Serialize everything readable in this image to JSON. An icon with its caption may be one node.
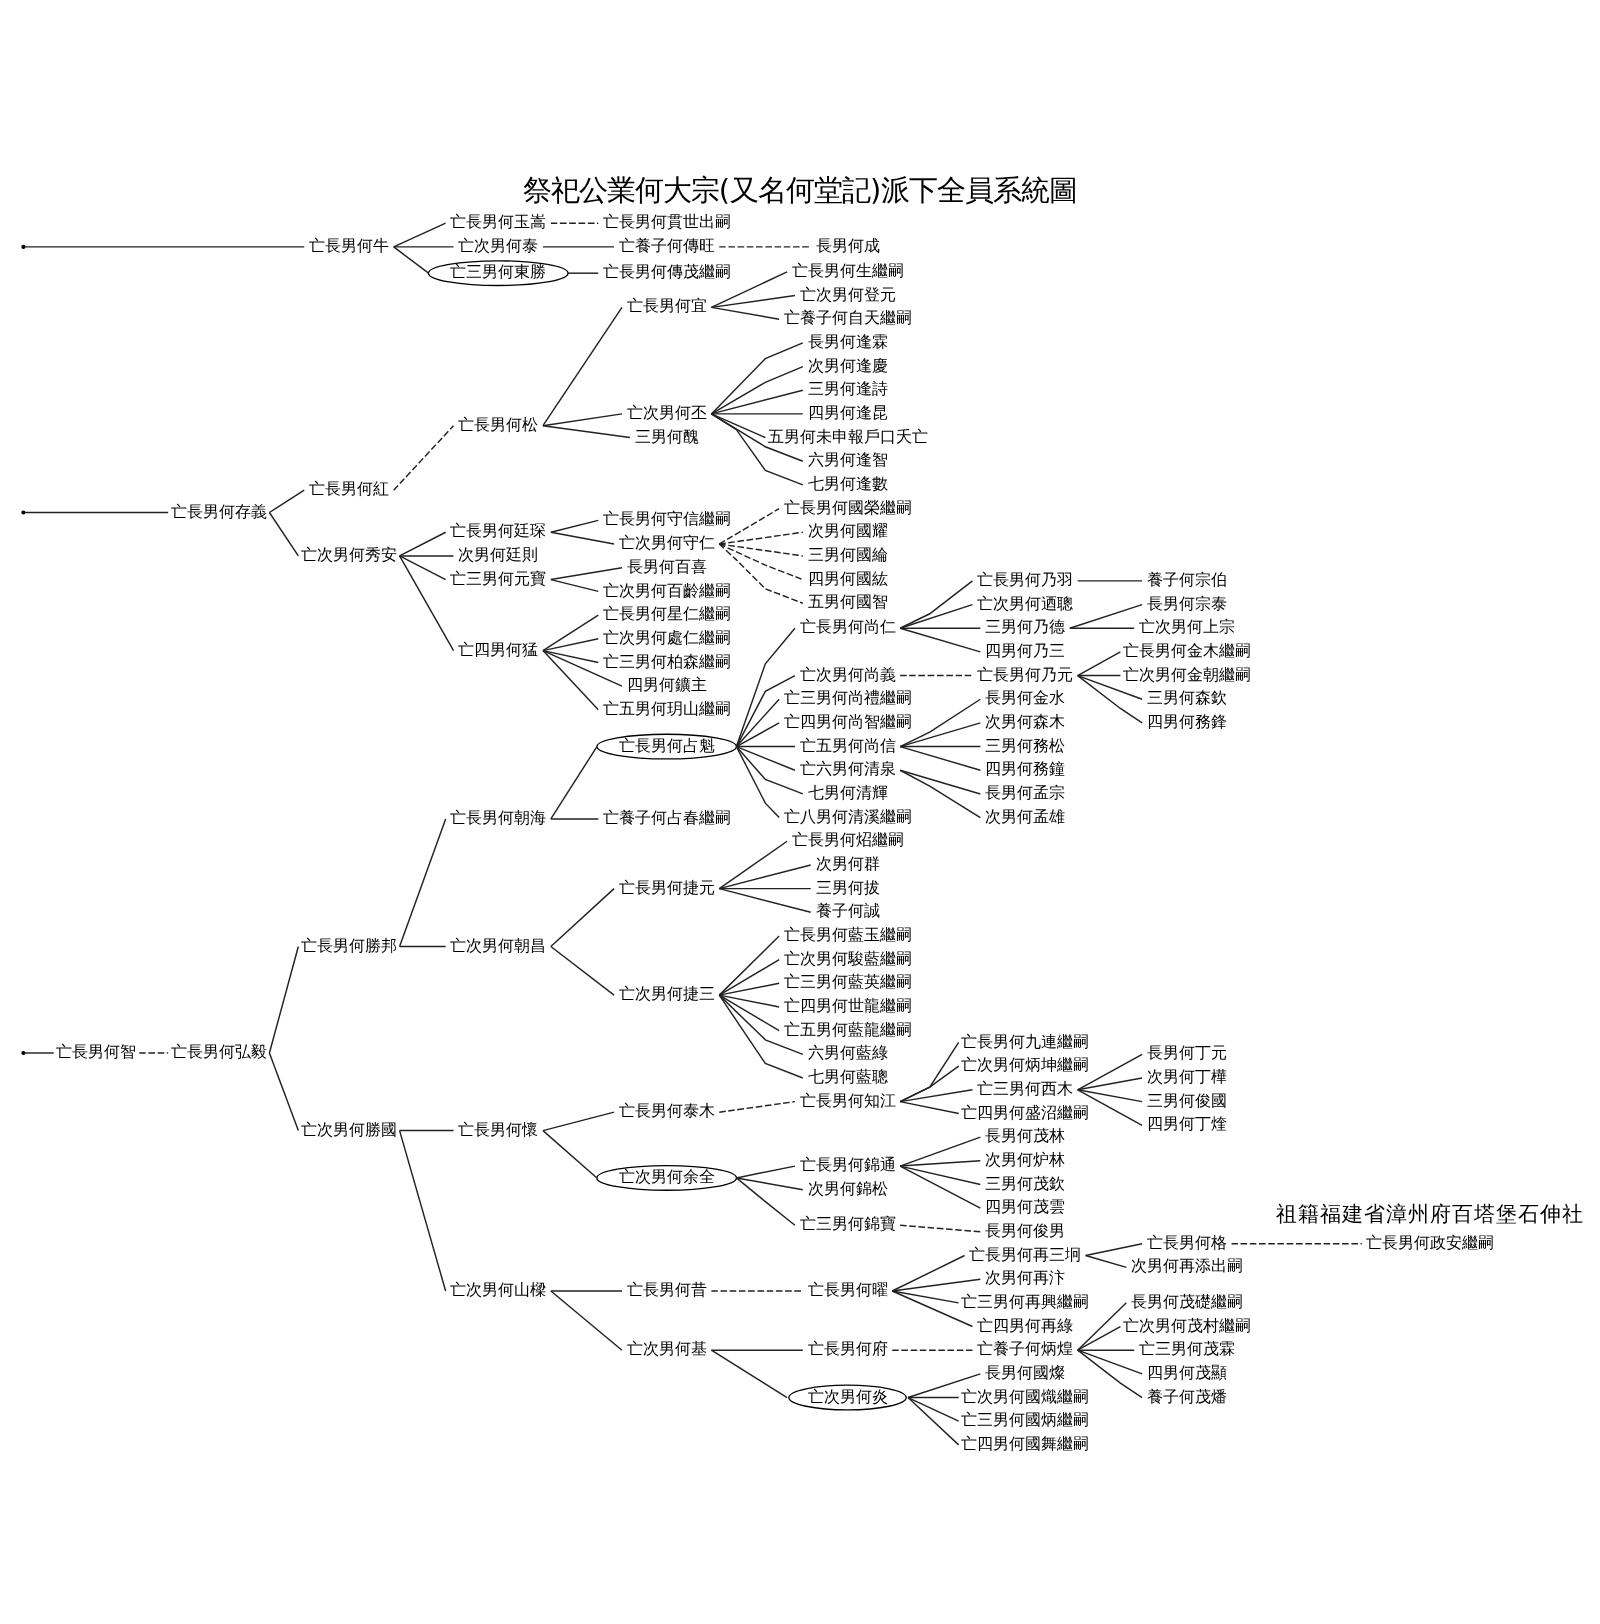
{
  "diagram": {
    "title": "祭祀公業何大宗(又名何堂記)派下全員系統圖",
    "nodes": [
      {
        "text": [
          "亡長男何智"
        ]
      },
      {
        "text": [
          "亡長男何弘毅"
        ]
      },
      {
        "text": [
          "亡長男何勝邦"
        ]
      },
      {
        "text": [
          "亡長男何朝海"
        ]
      },
      {
        "text": [
          "亡長男何占魁"
        ]
      },
      {
        "text": [
          "亡長男何尚仁"
        ]
      },
      {
        "text": [
          "亡長男何乃羽"
        ]
      },
      {
        "text": [
          "養子何宗伯"
        ]
      },
      {
        "text": [
          "亡次男何迺聰"
        ]
      },
      {
        "text": [
          "三男何乃德"
        ]
      },
      {
        "text": [
          "長男何宗泰"
        ]
      },
      {
        "text": [
          "亡次男何上宗"
        ]
      },
      {
        "text": [
          "四男何乃三"
        ]
      },
      {
        "text": [
          "亡次男何尚義"
        ]
      },
      {
        "text": [
          "亡長男何乃元"
        ]
      },
      {
        "text": [
          "亡長男何金木繼嗣"
        ]
      },
      {
        "text": [
          "亡次男何金朝繼嗣"
        ]
      },
      {
        "text": [
          "三男何森欽"
        ]
      },
      {
        "text": [
          "四男何務鋒"
        ]
      },
      {
        "text": [
          "亡三男何尚禮繼嗣"
        ]
      },
      {
        "text": [
          "亡四男何尚智繼嗣"
        ]
      },
      {
        "text": [
          "亡五男何尚信"
        ]
      },
      {
        "text": [
          "長男何金水"
        ]
      },
      {
        "text": [
          "次男何森木"
        ]
      },
      {
        "text": [
          "三男何務松"
        ]
      },
      {
        "text": [
          "四男何務鐘"
        ]
      },
      {
        "text": [
          "亡六男何清泉"
        ]
      },
      {
        "text": [
          "長男何孟宗"
        ]
      },
      {
        "text": [
          "次男何孟雄"
        ]
      },
      {
        "text": [
          "七男何清輝"
        ]
      },
      {
        "text": [
          "亡八男何清溪繼嗣"
        ]
      },
      {
        "text": [
          "亡養子何占春繼嗣"
        ]
      },
      {
        "text": [
          "亡次男何朝昌"
        ]
      },
      {
        "text": [
          "亡長男何捷元"
        ]
      },
      {
        "text": [
          "亡長男何炤繼嗣"
        ]
      },
      {
        "text": [
          "次男何群"
        ]
      },
      {
        "text": [
          "三男何拔"
        ]
      },
      {
        "text": [
          "養子何誠"
        ]
      },
      {
        "text": [
          "亡次男何捷三"
        ]
      },
      {
        "text": [
          "亡長男何藍玉繼嗣"
        ]
      },
      {
        "text": [
          "亡次男何駿藍繼嗣"
        ]
      },
      {
        "text": [
          "亡三男何藍英繼嗣"
        ]
      },
      {
        "text": [
          "亡四男何世龍繼嗣"
        ]
      },
      {
        "text": [
          "亡五男何藍龍繼嗣"
        ]
      },
      {
        "text": [
          "六男何藍綠"
        ]
      },
      {
        "text": [
          "七男何藍聰"
        ]
      },
      {
        "text": [
          "亡次男何勝國"
        ]
      },
      {
        "text": [
          "亡長男何懷"
        ]
      },
      {
        "text": [
          "亡長男何泰木"
        ]
      },
      {
        "text": [
          "亡長男何知江"
        ]
      },
      {
        "text": [
          "亡長男何九連繼嗣"
        ]
      },
      {
        "text": [
          "亡次男何炳坤繼嗣"
        ]
      },
      {
        "text": [
          "亡三男何西木"
        ]
      },
      {
        "text": [
          "長男何丁元"
        ]
      },
      {
        "text": [
          "次男何丁樺"
        ]
      },
      {
        "text": [
          "三男何俊國"
        ]
      },
      {
        "text": [
          "四男何丁煃"
        ]
      },
      {
        "text": [
          "亡四男何盛沼繼嗣"
        ]
      },
      {
        "text": [
          "亡次男何余全"
        ]
      },
      {
        "text": [
          "亡長男何錦通"
        ]
      },
      {
        "text": [
          "長男何茂林"
        ]
      },
      {
        "text": [
          "次男何炉林"
        ]
      },
      {
        "text": [
          "三男何茂欽"
        ]
      },
      {
        "text": [
          "四男何茂雲"
        ]
      },
      {
        "text": [
          "次男何錦松"
        ]
      },
      {
        "text": [
          "亡三男何錦寶"
        ]
      },
      {
        "text": [
          "長男何俊男"
        ]
      },
      {
        "text": [
          "亡次男何山樑"
        ]
      },
      {
        "text": [
          "亡長男何昔"
        ]
      },
      {
        "text": [
          "亡長男何曜"
        ]
      },
      {
        "text": [
          "亡長男何再三坰"
        ]
      },
      {
        "text": [
          "亡長男何格"
        ]
      },
      {
        "text": [
          "亡長男何政安繼嗣"
        ]
      },
      {
        "text": [
          "次男何再添出嗣"
        ]
      },
      {
        "text": [
          "次男何再汴"
        ]
      },
      {
        "text": [
          "亡三男何再興繼嗣"
        ]
      },
      {
        "text": [
          "亡四男何再綠"
        ]
      },
      {
        "text": [
          "亡次男何基"
        ]
      },
      {
        "text": [
          "亡長男何府"
        ]
      },
      {
        "text": [
          "亡養子何炳煌"
        ]
      },
      {
        "text": [
          "長男何茂礎繼嗣"
        ]
      },
      {
        "text": [
          "亡次男何茂村繼嗣"
        ]
      },
      {
        "text": [
          "亡三男何茂霖"
        ]
      },
      {
        "text": [
          "四男何茂顯"
        ]
      },
      {
        "text": [
          "養子何茂燔"
        ]
      },
      {
        "text": [
          "亡次男何炎"
        ]
      },
      {
        "text": [
          "長男何國燦"
        ]
      },
      {
        "text": [
          "亡次男何國熾繼嗣"
        ]
      },
      {
        "text": [
          "亡三男何國炳繼嗣"
        ]
      },
      {
        "text": [
          "亡四男何國舞繼嗣"
        ]
      },
      {
        "text": [
          "亡長男何存義"
        ]
      },
      {
        "text": [
          "亡長男何紅"
        ]
      },
      {
        "text": [
          "亡長男何松"
        ]
      },
      {
        "text": [
          "亡長男何宜"
        ]
      },
      {
        "text": [
          "亡長男何生繼嗣"
        ]
      },
      {
        "text": [
          "亡次男何登元"
        ]
      },
      {
        "text": [
          "亡養子何自天繼嗣"
        ]
      },
      {
        "text": [
          "亡次男何丕"
        ]
      },
      {
        "text": [
          "長男何逢霖"
        ]
      },
      {
        "text": [
          "次男何逢慶"
        ]
      },
      {
        "text": [
          "三男何逢詩"
        ]
      },
      {
        "text": [
          "四男何逢昆"
        ]
      },
      {
        "text": [
          "五男何未申報戶口夭亡"
        ]
      },
      {
        "text": [
          "六男何逢智"
        ]
      },
      {
        "text": [
          "七男何逢數"
        ]
      },
      {
        "text": [
          "三男何醜"
        ]
      },
      {
        "text": [
          "亡次男何秀安"
        ]
      },
      {
        "text": [
          "亡長男何廷琛"
        ]
      },
      {
        "text": [
          "亡長男何守信繼嗣"
        ]
      },
      {
        "text": [
          "亡次男何守仁"
        ]
      },
      {
        "text": [
          "亡長男何國榮繼嗣"
        ]
      },
      {
        "text": [
          "次男何國耀"
        ]
      },
      {
        "text": [
          "三男何國綸"
        ]
      },
      {
        "text": [
          "四男何國紘"
        ]
      },
      {
        "text": [
          "五男何國智"
        ]
      },
      {
        "text": [
          "次男何廷則"
        ]
      },
      {
        "text": [
          "亡三男何元寶"
        ]
      },
      {
        "text": [
          "長男何百喜"
        ]
      },
      {
        "text": [
          "亡次男何百齡繼嗣"
        ]
      },
      {
        "text": [
          "亡四男何猛"
        ]
      },
      {
        "text": [
          "亡長男何星仁繼嗣"
        ]
      },
      {
        "text": [
          "亡次男何處仁繼嗣"
        ]
      },
      {
        "text": [
          "亡三男何柏森繼嗣"
        ]
      },
      {
        "text": [
          "四男何鑛主"
        ]
      },
      {
        "text": [
          "亡五男何玥山繼嗣"
        ]
      },
      {
        "text": [
          "亡長男何牛"
        ]
      },
      {
        "text": [
          "亡長男何玉嵩"
        ]
      },
      {
        "text": [
          "亡長男何貫世出嗣"
        ]
      },
      {
        "text": [
          "亡次男何泰"
        ]
      },
      {
        "text": [
          "亡養子何傳旺"
        ]
      },
      {
        "text": [
          "長男何成"
        ]
      },
      {
        "text": [
          "亡三男何東勝"
        ]
      },
      {
        "text": [
          "亡長男何傳茂繼嗣"
        ]
      }
    ],
    "edges": [
      {
        "from": null,
        "to": 0,
        "arrow": "none"
      },
      {
        "from": 0,
        "to": 1,
        "arrow": "none",
        "style": "dashed"
      },
      {
        "from": 1,
        "to": 2,
        "arrow": "none"
      },
      {
        "from": 2,
        "to": 3,
        "arrow": "none"
      },
      {
        "from": 3,
        "to": 4,
        "arrow": "none"
      },
      {
        "from": 4,
        "to": 5,
        "arrow": "none"
      },
      {
        "from": 5,
        "to": 6,
        "arrow": "none"
      },
      {
        "from": 6,
        "to": 7,
        "arrow": "none"
      },
      {
        "from": 5,
        "to": 8,
        "arrow": "none"
      },
      {
        "from": 5,
        "to": 9,
        "arrow": "none"
      },
      {
        "from": 9,
        "to": 10,
        "arrow": "none"
      },
      {
        "from": 9,
        "to": 11,
        "arrow": "none"
      },
      {
        "from": 5,
        "to": 12,
        "arrow": "none"
      },
      {
        "from": 4,
        "to": 13,
        "arrow": "none"
      },
      {
        "from": 13,
        "to": 14,
        "arrow": "none",
        "style": "dashed"
      },
      {
        "from": 14,
        "to": 15,
        "arrow": "none"
      },
      {
        "from": 14,
        "to": 16,
        "arrow": "none"
      },
      {
        "from": 14,
        "to": 17,
        "arrow": "none"
      },
      {
        "from": 14,
        "to": 18,
        "arrow": "none"
      },
      {
        "from": 4,
        "to": 19,
        "arrow": "none"
      },
      {
        "from": 4,
        "to": 20,
        "arrow": "none"
      },
      {
        "from": 4,
        "to": 21,
        "arrow": "none"
      },
      {
        "from": 21,
        "to": 22,
        "arrow": "none"
      },
      {
        "from": 21,
        "to": 23,
        "arrow": "none"
      },
      {
        "from": 21,
        "to": 24,
        "arrow": "none"
      },
      {
        "from": 21,
        "to": 25,
        "arrow": "none"
      },
      {
        "from": 4,
        "to": 26,
        "arrow": "none"
      },
      {
        "from": 26,
        "to": 27,
        "arrow": "none"
      },
      {
        "from": 26,
        "to": 28,
        "arrow": "none"
      },
      {
        "from": 4,
        "to": 29,
        "arrow": "none"
      },
      {
        "from": 4,
        "to": 30,
        "arrow": "none"
      },
      {
        "from": 3,
        "to": 31,
        "arrow": "none"
      },
      {
        "from": 2,
        "to": 32,
        "arrow": "none"
      },
      {
        "from": 32,
        "to": 33,
        "arrow": "none"
      },
      {
        "from": 33,
        "to": 34,
        "arrow": "none"
      },
      {
        "from": 33,
        "to": 35,
        "arrow": "none"
      },
      {
        "from": 33,
        "to": 36,
        "arrow": "none"
      },
      {
        "from": 33,
        "to": 37,
        "arrow": "none"
      },
      {
        "from": 32,
        "to": 38,
        "arrow": "none"
      },
      {
        "from": 38,
        "to": 39,
        "arrow": "none"
      },
      {
        "from": 38,
        "to": 40,
        "arrow": "none"
      },
      {
        "from": 38,
        "to": 41,
        "arrow": "none"
      },
      {
        "from": 38,
        "to": 42,
        "arrow": "none"
      },
      {
        "from": 38,
        "to": 43,
        "arrow": "none"
      },
      {
        "from": 38,
        "to": 44,
        "arrow": "none"
      },
      {
        "from": 38,
        "to": 45,
        "arrow": "none"
      },
      {
        "from": 1,
        "to": 46,
        "arrow": "none"
      },
      {
        "from": 46,
        "to": 47,
        "arrow": "none"
      },
      {
        "from": 47,
        "to": 48,
        "arrow": "none"
      },
      {
        "from": 48,
        "to": 49,
        "arrow": "none",
        "style": "dashed"
      },
      {
        "from": 49,
        "to": 50,
        "arrow": "none"
      },
      {
        "from": 49,
        "to": 51,
        "arrow": "none"
      },
      {
        "from": 49,
        "to": 52,
        "arrow": "none"
      },
      {
        "from": 52,
        "to": 53,
        "arrow": "none"
      },
      {
        "from": 52,
        "to": 54,
        "arrow": "none"
      },
      {
        "from": 52,
        "to": 55,
        "arrow": "none"
      },
      {
        "from": 52,
        "to": 56,
        "arrow": "none"
      },
      {
        "from": 49,
        "to": 57,
        "arrow": "none"
      },
      {
        "from": 47,
        "to": 58,
        "arrow": "none"
      },
      {
        "from": 58,
        "to": 59,
        "arrow": "none"
      },
      {
        "from": 59,
        "to": 60,
        "arrow": "none"
      },
      {
        "from": 59,
        "to": 61,
        "arrow": "none"
      },
      {
        "from": 59,
        "to": 62,
        "arrow": "none"
      },
      {
        "from": 59,
        "to": 63,
        "arrow": "none"
      },
      {
        "from": 58,
        "to": 64,
        "arrow": "none"
      },
      {
        "from": 58,
        "to": 65,
        "arrow": "none"
      },
      {
        "from": 65,
        "to": 66,
        "arrow": "none",
        "style": "dashed"
      },
      {
        "from": 46,
        "to": 67,
        "arrow": "none"
      },
      {
        "from": 67,
        "to": 68,
        "arrow": "none"
      },
      {
        "from": 68,
        "to": 69,
        "arrow": "none",
        "style": "dashed"
      },
      {
        "from": 69,
        "to": 70,
        "arrow": "none"
      },
      {
        "from": 70,
        "to": 71,
        "arrow": "none"
      },
      {
        "from": 71,
        "to": 72,
        "arrow": "none",
        "style": "dashed"
      },
      {
        "from": 70,
        "to": 73,
        "arrow": "none"
      },
      {
        "from": 69,
        "to": 74,
        "arrow": "none"
      },
      {
        "from": 69,
        "to": 75,
        "arrow": "none"
      },
      {
        "from": 69,
        "to": 76,
        "arrow": "none"
      },
      {
        "from": 67,
        "to": 77,
        "arrow": "none"
      },
      {
        "from": 77,
        "to": 78,
        "arrow": "none"
      },
      {
        "from": 78,
        "to": 79,
        "arrow": "none",
        "style": "dashed"
      },
      {
        "from": 79,
        "to": 80,
        "arrow": "none"
      },
      {
        "from": 79,
        "to": 81,
        "arrow": "none"
      },
      {
        "from": 79,
        "to": 82,
        "arrow": "none"
      },
      {
        "from": 79,
        "to": 83,
        "arrow": "none"
      },
      {
        "from": 79,
        "to": 84,
        "arrow": "none"
      },
      {
        "from": 77,
        "to": 85,
        "arrow": "none"
      },
      {
        "from": 85,
        "to": 86,
        "arrow": "none"
      },
      {
        "from": 85,
        "to": 87,
        "arrow": "none"
      },
      {
        "from": 85,
        "to": 88,
        "arrow": "none"
      },
      {
        "from": 85,
        "to": 89,
        "arrow": "none"
      },
      {
        "from": null,
        "to": 90,
        "arrow": "none"
      },
      {
        "from": 90,
        "to": 91,
        "arrow": "none"
      },
      {
        "from": 91,
        "to": 92,
        "arrow": "none",
        "style": "dashed"
      },
      {
        "from": 92,
        "to": 93,
        "arrow": "none"
      },
      {
        "from": 93,
        "to": 94,
        "arrow": "none"
      },
      {
        "from": 93,
        "to": 95,
        "arrow": "none"
      },
      {
        "from": 93,
        "to": 96,
        "arrow": "none"
      },
      {
        "from": 92,
        "to": 97,
        "arrow": "none"
      },
      {
        "from": 97,
        "to": 98,
        "arrow": "none"
      },
      {
        "from": 97,
        "to": 99,
        "arrow": "none"
      },
      {
        "from": 97,
        "to": 100,
        "arrow": "none"
      },
      {
        "from": 97,
        "to": 101,
        "arrow": "none"
      },
      {
        "from": 97,
        "to": 102,
        "arrow": "none"
      },
      {
        "from": 97,
        "to": 103,
        "arrow": "none"
      },
      {
        "from": 97,
        "to": 104,
        "arrow": "none"
      },
      {
        "from": 92,
        "to": 105,
        "arrow": "none"
      },
      {
        "from": 90,
        "to": 106,
        "arrow": "none"
      },
      {
        "from": 106,
        "to": 107,
        "arrow": "none"
      },
      {
        "from": 107,
        "to": 108,
        "arrow": "none"
      },
      {
        "from": 107,
        "to": 109,
        "arrow": "none"
      },
      {
        "from": 109,
        "to": 110,
        "arrow": "none",
        "style": "dashed"
      },
      {
        "from": 109,
        "to": 111,
        "arrow": "none",
        "style": "dashed"
      },
      {
        "from": 109,
        "to": 112,
        "arrow": "none",
        "style": "dashed"
      },
      {
        "from": 109,
        "to": 113,
        "arrow": "none",
        "style": "dashed"
      },
      {
        "from": 109,
        "to": 114,
        "arrow": "none",
        "style": "dashed"
      },
      {
        "from": 106,
        "to": 115,
        "arrow": "none"
      },
      {
        "from": 106,
        "to": 116,
        "arrow": "none"
      },
      {
        "from": 116,
        "to": 117,
        "arrow": "none"
      },
      {
        "from": 116,
        "to": 118,
        "arrow": "none"
      },
      {
        "from": 106,
        "to": 119,
        "arrow": "none"
      },
      {
        "from": 119,
        "to": 120,
        "arrow": "none"
      },
      {
        "from": 119,
        "to": 121,
        "arrow": "none"
      },
      {
        "from": 119,
        "to": 122,
        "arrow": "none"
      },
      {
        "from": 119,
        "to": 123,
        "arrow": "none"
      },
      {
        "from": 119,
        "to": 124,
        "arrow": "none"
      },
      {
        "from": null,
        "to": 125,
        "arrow": "none"
      },
      {
        "from": 125,
        "to": 126,
        "arrow": "none"
      },
      {
        "from": 126,
        "to": 127,
        "arrow": "none",
        "style": "dashed"
      },
      {
        "from": 125,
        "to": 128,
        "arrow": "none"
      },
      {
        "from": 128,
        "to": 129,
        "arrow": "none"
      },
      {
        "from": 129,
        "to": 130,
        "arrow": "none",
        "style": "dashed"
      },
      {
        "from": 125,
        "to": 131,
        "arrow": "none"
      },
      {
        "from": 131,
        "to": 132,
        "arrow": "none"
      }
    ],
    "labels": [
      "祖籍福建省漳州府百塔堡石伸社"
    ]
  }
}
